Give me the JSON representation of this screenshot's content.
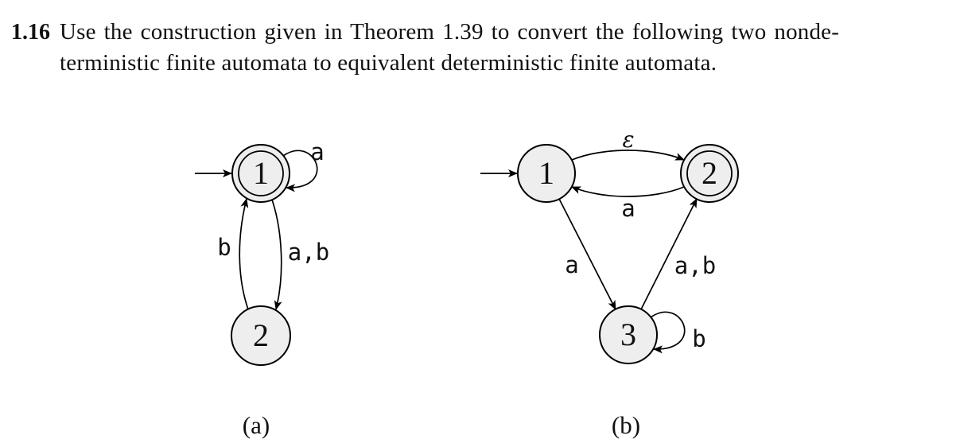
{
  "problem": {
    "number": "1.16",
    "statement_line1": "Use the construction given in Theorem 1.39 to convert the following two nonde-",
    "statement_line2": "terministic finite automata to equivalent deterministic finite automata."
  },
  "colors": {
    "background": "#ffffff",
    "state_fill": "#eeeeee",
    "stroke": "#000000",
    "text": "#111111"
  },
  "automaton_a": {
    "caption": "(a)",
    "start_state": "1",
    "accept_states": [
      "1"
    ],
    "states": [
      {
        "label": "1",
        "accepting": true,
        "start": true
      },
      {
        "label": "2",
        "accepting": false,
        "start": false
      }
    ],
    "transitions": [
      {
        "from": "1",
        "to": "1",
        "label": "a"
      },
      {
        "from": "1",
        "to": "2",
        "label": "a,b"
      },
      {
        "from": "2",
        "to": "1",
        "label": "b"
      }
    ]
  },
  "automaton_b": {
    "caption": "(b)",
    "start_state": "1",
    "accept_states": [
      "2"
    ],
    "states": [
      {
        "label": "1",
        "accepting": false,
        "start": true
      },
      {
        "label": "2",
        "accepting": true,
        "start": false
      },
      {
        "label": "3",
        "accepting": false,
        "start": false
      }
    ],
    "transitions": [
      {
        "from": "1",
        "to": "2",
        "label": "ε"
      },
      {
        "from": "2",
        "to": "1",
        "label": "a"
      },
      {
        "from": "1",
        "to": "3",
        "label": "a"
      },
      {
        "from": "3",
        "to": "2",
        "label": "a,b"
      },
      {
        "from": "3",
        "to": "3",
        "label": "b"
      }
    ]
  }
}
